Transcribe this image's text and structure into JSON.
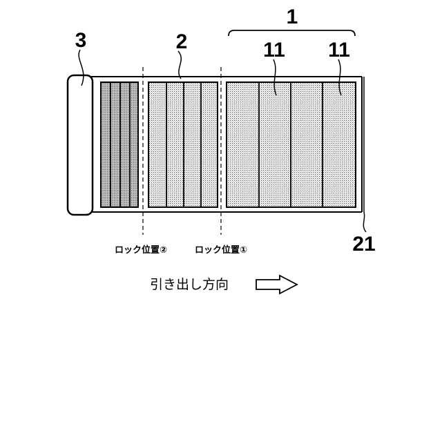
{
  "figure": {
    "labels": {
      "assembly": "1",
      "middle_panel": "2",
      "handle": "3",
      "panel_a": "11",
      "panel_b": "11",
      "rail": "21"
    },
    "lock_positions": {
      "second": "ロック位置②",
      "first": "ロック位置①"
    },
    "pull_direction": "引き出し方向"
  }
}
